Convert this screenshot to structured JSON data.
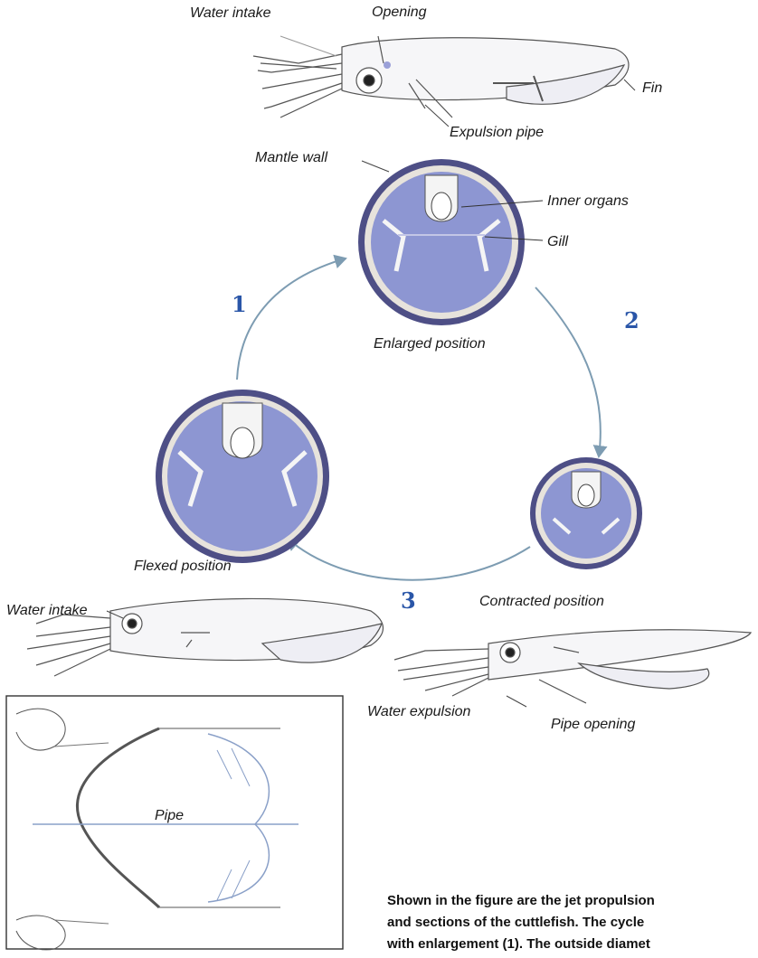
{
  "labels": {
    "water_intake_top": "Water intake",
    "opening": "Opening",
    "fin": "Fin",
    "expulsion_pipe": "Expulsion pipe",
    "mantle_wall": "Mantle wall",
    "inner_organs": "Inner organs",
    "gill": "Gill",
    "enlarged_position": "Enlarged position",
    "flexed_position": "Flexed position",
    "contracted_position": "Contracted position",
    "water_intake_bottom": "Water intake",
    "water_expulsion": "Water expulsion",
    "pipe_opening": "Pipe opening",
    "pipe": "Pipe"
  },
  "steps": {
    "one": "1",
    "two": "2",
    "three": "3"
  },
  "caption": {
    "line1": "Shown in the figure are the jet propulsion",
    "line2": "and sections of the cuttlefish. The cycle",
    "line3": "with enlargement (1). The outside diamet"
  },
  "colors": {
    "mantle_fill": "#8d96d2",
    "mantle_ring": "#4e4f86",
    "arrow": "#7d9cb2",
    "step_number": "#2a56a8"
  }
}
